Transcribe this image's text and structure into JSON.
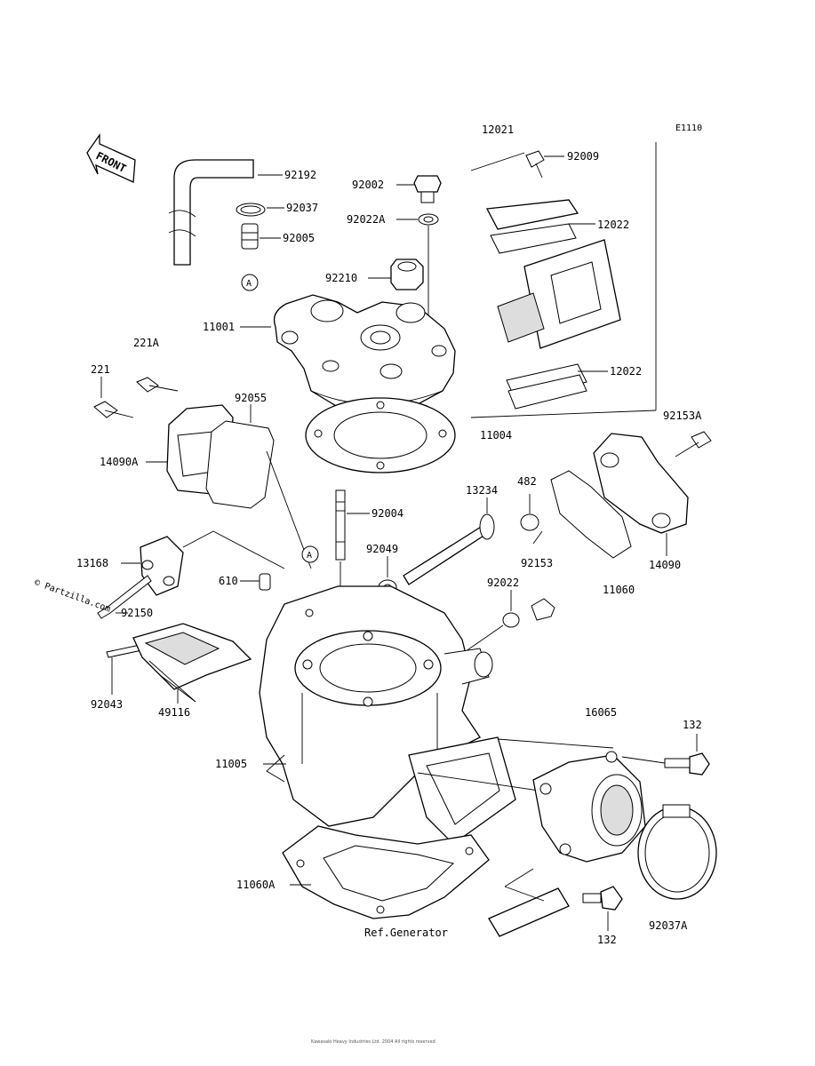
{
  "diagram_code": "E1110",
  "front_label": "FRONT",
  "watermark": "© Partzilla.com",
  "ref_generator": "Ref.Generator",
  "callout_marker": "A",
  "footer_note": "Kawasaki Heavy Industries Ltd. 2004 All rights reserved",
  "labels": {
    "p12021": "12021",
    "p92009": "92009",
    "p92192": "92192",
    "p92002": "92002",
    "p92037": "92037",
    "p92022A": "92022A",
    "p12022a": "12022",
    "p92005": "92005",
    "p92210": "92210",
    "p11001": "11001",
    "p221A": "221A",
    "p221": "221",
    "p92055": "92055",
    "p12022b": "12022",
    "p92153A": "92153A",
    "p11004": "11004",
    "p14090A": "14090A",
    "p13234": "13234",
    "p482": "482",
    "p92004": "92004",
    "p92049": "92049",
    "p92153": "92153",
    "p13168": "13168",
    "p14090": "14090",
    "p610": "610",
    "p92022": "92022",
    "p11060": "11060",
    "p92150": "92150",
    "p92043": "92043",
    "p49116": "49116",
    "p16065": "16065",
    "p132a": "132",
    "p11005": "11005",
    "p11060A": "11060A",
    "p132b": "132",
    "p92037A": "92037A"
  }
}
